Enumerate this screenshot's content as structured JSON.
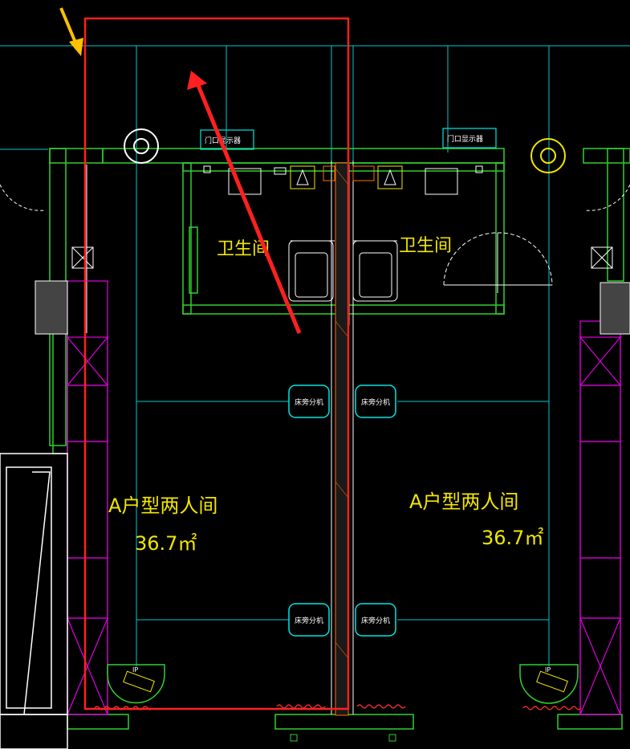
{
  "rooms": {
    "left_bathroom": "卫生间",
    "right_bathroom": "卫生间",
    "left_room_name": "A户型两人间",
    "left_room_area": "36.7㎡",
    "right_room_name": "A户型两人间",
    "right_room_area": "36.7㎡"
  },
  "devices": {
    "door_panel_left": "门口显示器",
    "door_panel_right": "门口显示器",
    "bed_unit_label": "床旁分机",
    "camera_left": "IP",
    "camera_right": "IP"
  },
  "annotations": {
    "highlight_color": "#ff2020",
    "arrow_color": "#ffc000"
  }
}
